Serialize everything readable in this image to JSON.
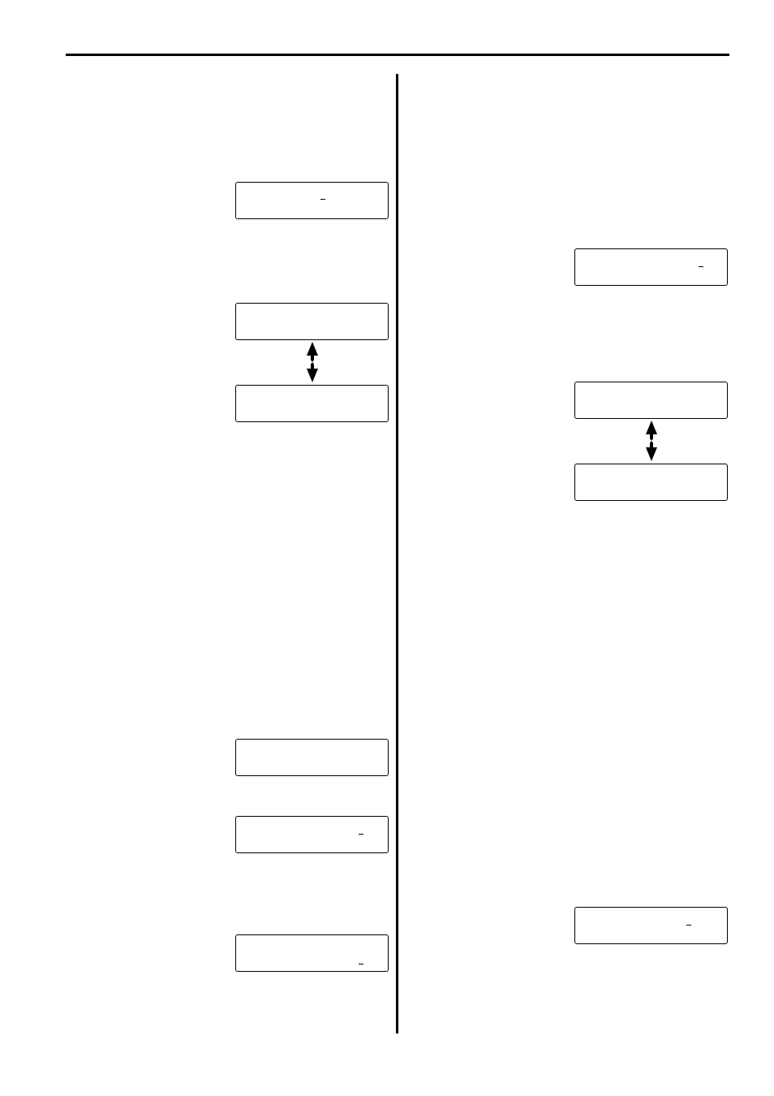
{
  "colors": {
    "rule": "#000000",
    "display_border": "#000000",
    "background": "#ffffff"
  },
  "left_column": {
    "displays": [
      {
        "id": "l1",
        "text": "",
        "has_cursor": true
      },
      {
        "id": "l2",
        "text": "",
        "has_cursor": false
      },
      {
        "id": "l3",
        "text": "",
        "has_cursor": false
      },
      {
        "id": "l4",
        "text": "",
        "has_cursor": false
      },
      {
        "id": "l5",
        "text": "",
        "has_cursor": true
      },
      {
        "id": "l6",
        "text": "",
        "has_cursor": true
      }
    ],
    "arrows": [
      {
        "icon": "double-arrow-up-down-icon"
      }
    ]
  },
  "right_column": {
    "displays": [
      {
        "id": "r1",
        "text": "",
        "has_cursor": true
      },
      {
        "id": "r2",
        "text": "",
        "has_cursor": false
      },
      {
        "id": "r3",
        "text": "",
        "has_cursor": false
      },
      {
        "id": "r4",
        "text": "",
        "has_cursor": true
      }
    ],
    "arrows": [
      {
        "icon": "double-arrow-up-down-icon"
      }
    ]
  }
}
